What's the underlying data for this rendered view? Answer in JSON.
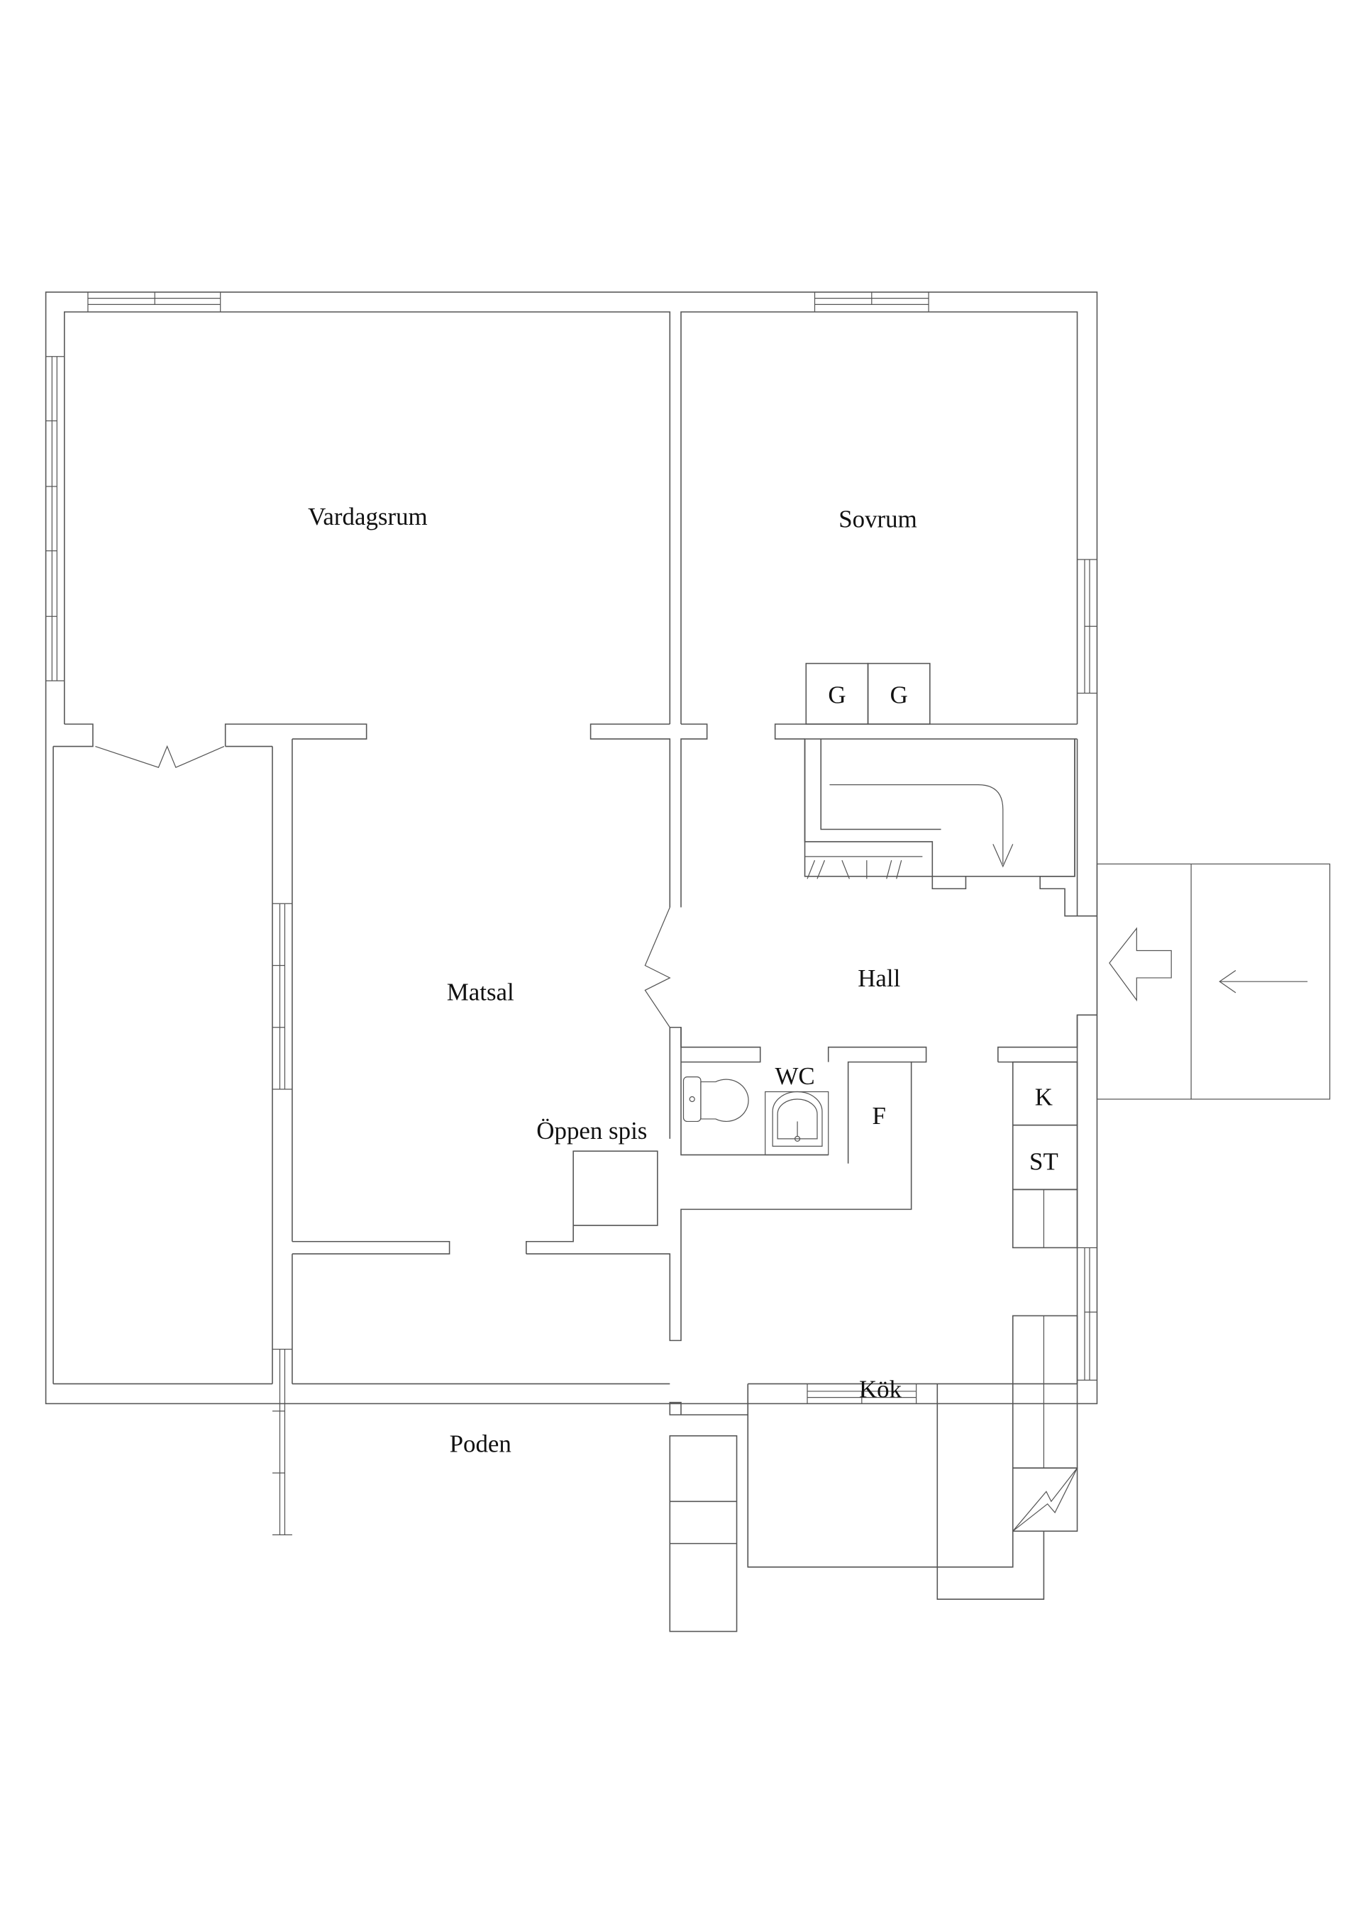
{
  "floorplan": {
    "rooms": [
      {
        "id": "vardagsrum",
        "label": "Vardagsrum"
      },
      {
        "id": "sovrum",
        "label": "Sovrum"
      },
      {
        "id": "matsal",
        "label": "Matsal"
      },
      {
        "id": "hall",
        "label": "Hall"
      },
      {
        "id": "wc",
        "label": "WC"
      },
      {
        "id": "oppen-spis",
        "label": "Öppen spis"
      },
      {
        "id": "poden",
        "label": "Poden"
      },
      {
        "id": "kok",
        "label": "Kök"
      }
    ],
    "fixtures": {
      "wardrobe_1": "G",
      "wardrobe_2": "G",
      "closet_f": "F",
      "fridge_k": "K",
      "stove_st": "ST"
    },
    "entrance_arrow": "entrance-arrow",
    "line_color": "#555555",
    "background": "#ffffff"
  }
}
